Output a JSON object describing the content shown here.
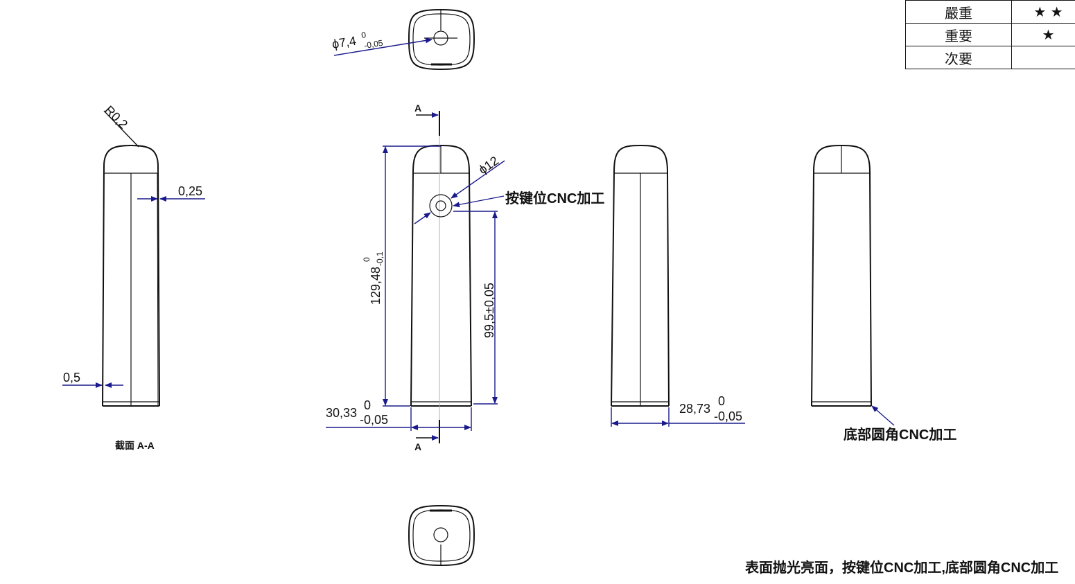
{
  "legend": {
    "rows": [
      {
        "label": "嚴重",
        "stars": "★ ★"
      },
      {
        "label": "重要",
        "stars": "★"
      },
      {
        "label": "次要",
        "stars": ""
      }
    ]
  },
  "dimensions": {
    "top_hole_base": "ϕ7,4",
    "top_hole_upper": "0",
    "top_hole_lower": "-0,05",
    "radius": "R0,2",
    "wall_top": "0,25",
    "wall_bottom": "0,5",
    "button_dia": "ϕ12",
    "length_base": "129,48",
    "length_upper": "0",
    "length_lower": "-0,1",
    "button_pos": "99,5±0,05",
    "width_front_base": "30,33",
    "width_front_upper": "0",
    "width_front_lower": "-0,05",
    "width_side_base": "28,73",
    "width_side_upper": "0",
    "width_side_lower": "-0,05"
  },
  "section_marks": {
    "top": "A",
    "bottom": "A"
  },
  "labels": {
    "section_caption": "截面  A-A",
    "button_cnc": "按键位CNC加工",
    "bottom_cnc": "底部圆角CNC加工",
    "surface_note": "表面抛光亮面，按键位CNC加工,底部圆角CNC加工"
  }
}
